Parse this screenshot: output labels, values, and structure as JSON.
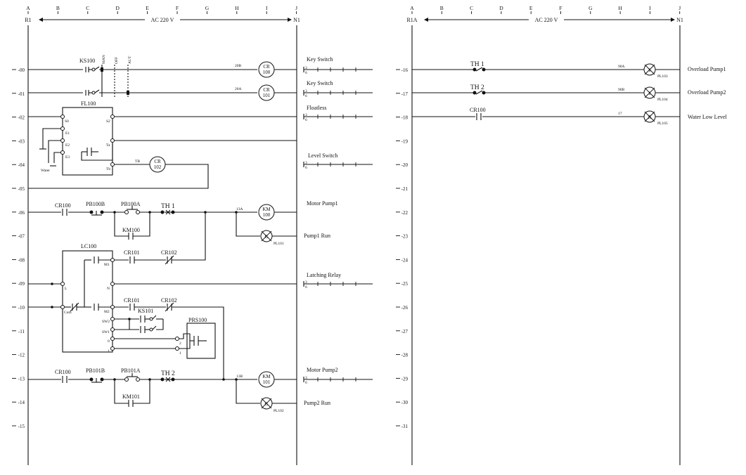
{
  "left_panel": {
    "rail_left": "R1",
    "rail_right": "N1",
    "supply": "AC 220 V",
    "columns": [
      "A",
      "B",
      "C",
      "D",
      "E",
      "F",
      "G",
      "H",
      "I",
      "J"
    ],
    "rungs": [
      "-00",
      "-01",
      "-02",
      "-03",
      "-04",
      "-05",
      "-06",
      "-07",
      "-08",
      "-09",
      "-10",
      "-11",
      "-12",
      "-13",
      "-14",
      "-15"
    ]
  },
  "right_panel": {
    "rail_left": "R1A",
    "rail_right": "N1",
    "supply": "AC 220 V",
    "columns": [
      "A",
      "B",
      "C",
      "D",
      "E",
      "F",
      "G",
      "H",
      "I",
      "J"
    ],
    "rungs": [
      "-16",
      "-17",
      "-18",
      "-19",
      "-20",
      "-21",
      "-22",
      "-23",
      "-24",
      "-25",
      "-26",
      "-27",
      "-28",
      "-29",
      "-30",
      "-31"
    ]
  },
  "selector": {
    "tag": "KS100",
    "positions": [
      "MAN",
      "OFF",
      "AUT"
    ]
  },
  "left_rows": {
    "key_switch_1": {
      "wire": "20B",
      "coil_line1": "CR",
      "coil_line2": "100",
      "reference": "Key Switch"
    },
    "key_switch_2": {
      "wire": "20A",
      "coil_line1": "CR",
      "coil_line2": "101",
      "reference": "Key Switch"
    },
    "floatless": {
      "tag": "FL100",
      "reference": "Floatless",
      "terminals": [
        "S0",
        "S2",
        "E1",
        "E2",
        "Ta",
        "E3",
        "Tb"
      ],
      "water_label": "Water",
      "wire": "TB",
      "coil_line1": "CR",
      "coil_line2": "102"
    },
    "level_switch": {
      "reference": "Level Switch"
    },
    "motor_pump_1": {
      "contact": "CR100",
      "start_button": "PB100B",
      "stop_button": "PB100A",
      "overload": "TH 1",
      "holding": "KM100",
      "wire": "13A",
      "coil_line1": "KM",
      "coil_line2": "100",
      "reference": "Motor Pump1"
    },
    "pump1_run": {
      "lamp": "G",
      "lamp_tag": "PL101",
      "reference": "Pump1 Run"
    },
    "latching": {
      "tag": "LC100",
      "contacts": [
        "CR101",
        "CR102"
      ],
      "terminals": [
        "M1",
        "L",
        "N",
        "Com",
        "M2",
        "SW1",
        "SW2",
        "0",
        "1"
      ],
      "reference": "Latching Relay"
    },
    "alternation": {
      "contacts": [
        "CR101",
        "CR102"
      ],
      "switch": "KS101",
      "relay": "PRS100",
      "relay_terminals": [
        "2",
        "1"
      ]
    },
    "motor_pump_2": {
      "contact": "CR100",
      "start_button": "PB101B",
      "stop_button": "PB101A",
      "overload": "TH 2",
      "holding": "KM101",
      "wire": "13B",
      "coil_line1": "KM",
      "coil_line2": "101",
      "reference": "Motor Pump2"
    },
    "pump2_run": {
      "lamp": "G",
      "lamp_tag": "PL102",
      "reference": "Pump2 Run"
    },
    "contact_refs": [
      "3",
      "6"
    ]
  },
  "right_rows": {
    "overload_pump_1": {
      "contact": "TH 1",
      "wire": "90A",
      "lamp": "Y",
      "lamp_tag": "PL103",
      "reference": "Overload Pump1"
    },
    "overload_pump_2": {
      "contact": "TH 2",
      "wire": "90B",
      "lamp": "Y",
      "lamp_tag": "PL104",
      "reference": "Overload Pump2"
    },
    "water_low": {
      "contact": "CR100",
      "wire": "17",
      "lamp": "R",
      "lamp_tag": "PL105",
      "reference": "Water Low Level"
    }
  }
}
